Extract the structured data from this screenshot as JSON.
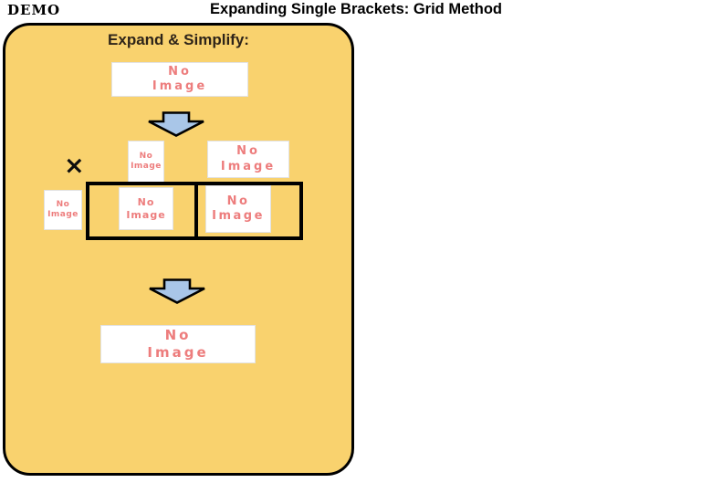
{
  "page": {
    "demo_label": "DEMO",
    "title": "Expanding Single Brackets: Grid Method"
  },
  "panel": {
    "heading": "Expand & Simplify:",
    "multiply_sign": "×"
  },
  "placeholder": {
    "line1": "No",
    "line2": "Image"
  },
  "colors": {
    "panel_bg": "#F9D26E",
    "panel_border": "#000000",
    "placeholder_text": "#ED7D7D",
    "arrow_fill": "#A9C6E8",
    "arrow_stroke": "#000000",
    "grid_border": "#000000",
    "heading_text": "#2E2419",
    "title_text": "#000000"
  }
}
